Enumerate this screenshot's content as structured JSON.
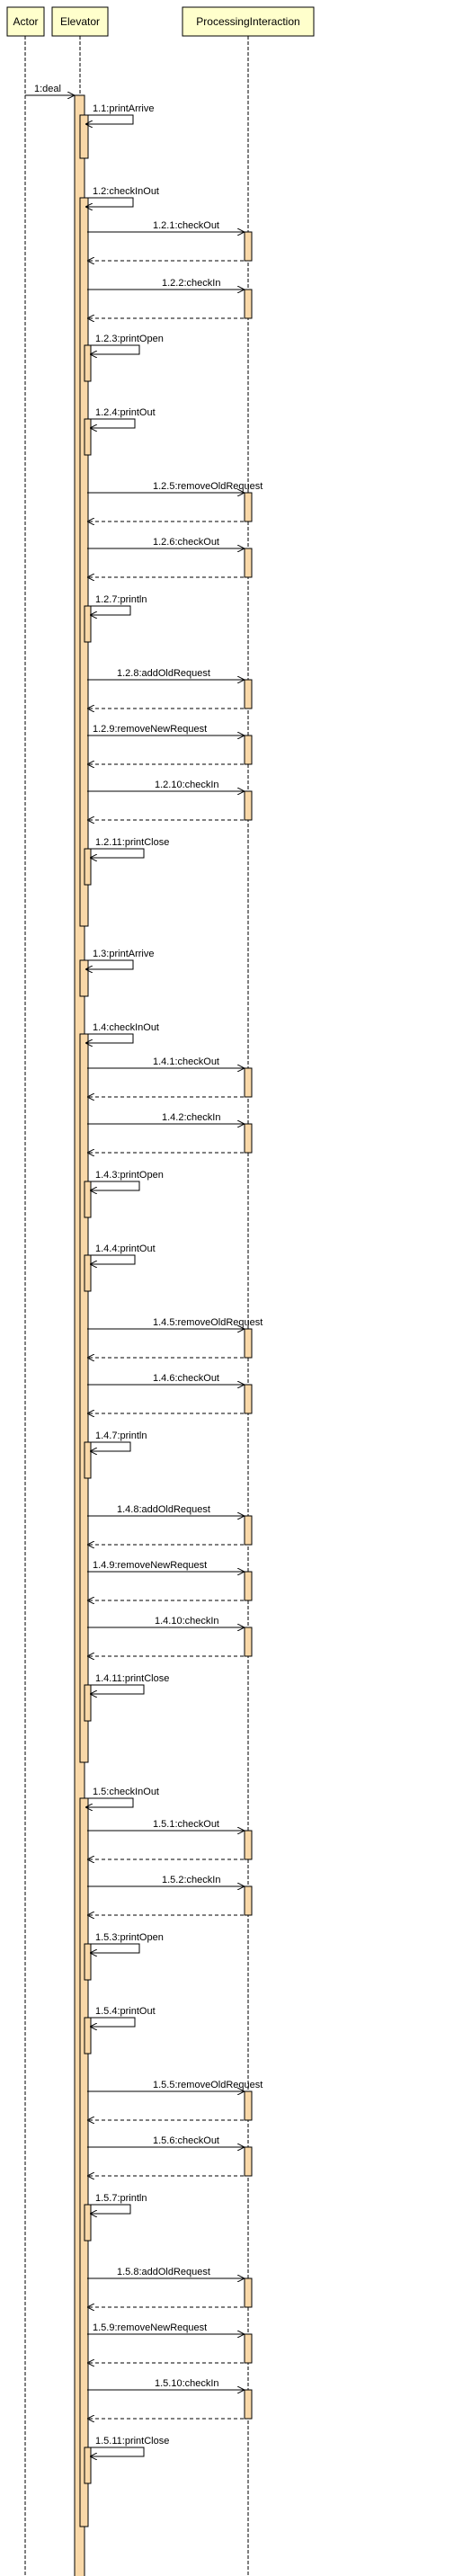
{
  "participants": [
    {
      "id": "actor",
      "label": "Actor"
    },
    {
      "id": "elevator",
      "label": "Elevator"
    },
    {
      "id": "pi",
      "label": "ProcessingInteraction"
    }
  ],
  "messages": [
    {
      "label": "1:deal"
    },
    {
      "label": "1.1:printArrive"
    },
    {
      "label": "1.2:checkInOut"
    },
    {
      "label": "1.2.1:checkOut"
    },
    {
      "label": "1.2.2:checkIn"
    },
    {
      "label": "1.2.3:printOpen"
    },
    {
      "label": "1.2.4:printOut"
    },
    {
      "label": "1.2.5:removeOldRequest"
    },
    {
      "label": "1.2.6:checkOut"
    },
    {
      "label": "1.2.7:println"
    },
    {
      "label": "1.2.8:addOldRequest"
    },
    {
      "label": "1.2.9:removeNewRequest"
    },
    {
      "label": "1.2.10:checkIn"
    },
    {
      "label": "1.2.11:printClose"
    },
    {
      "label": "1.3:printArrive"
    },
    {
      "label": "1.4:checkInOut"
    },
    {
      "label": "1.4.1:checkOut"
    },
    {
      "label": "1.4.2:checkIn"
    },
    {
      "label": "1.4.3:printOpen"
    },
    {
      "label": "1.4.4:printOut"
    },
    {
      "label": "1.4.5:removeOldRequest"
    },
    {
      "label": "1.4.6:checkOut"
    },
    {
      "label": "1.4.7:println"
    },
    {
      "label": "1.4.8:addOldRequest"
    },
    {
      "label": "1.4.9:removeNewRequest"
    },
    {
      "label": "1.4.10:checkIn"
    },
    {
      "label": "1.4.11:printClose"
    },
    {
      "label": "1.5:checkInOut"
    },
    {
      "label": "1.5.1:checkOut"
    },
    {
      "label": "1.5.2:checkIn"
    },
    {
      "label": "1.5.3:printOpen"
    },
    {
      "label": "1.5.4:printOut"
    },
    {
      "label": "1.5.5:removeOldRequest"
    },
    {
      "label": "1.5.6:checkOut"
    },
    {
      "label": "1.5.7:println"
    },
    {
      "label": "1.5.8:addOldRequest"
    },
    {
      "label": "1.5.9:removeNewRequest"
    },
    {
      "label": "1.5.10:checkIn"
    },
    {
      "label": "1.5.11:printClose"
    }
  ],
  "colors": {
    "header_fill": "#ffffcc",
    "activation_fill": "#f9d8a8",
    "line": "#000000"
  }
}
